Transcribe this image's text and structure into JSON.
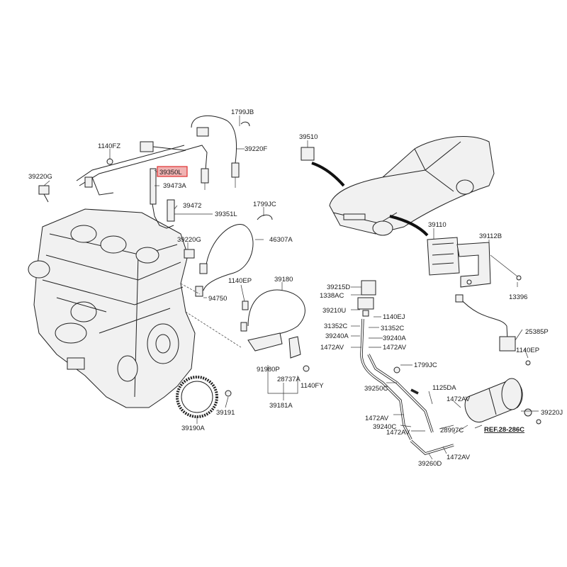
{
  "labels": {
    "l1799jb": "1799JB",
    "l1140fz": "1140FZ",
    "l39220f": "39220F",
    "l39350l": "39350L",
    "l39220g_a": "39220G",
    "l39473a": "39473A",
    "l39472": "39472",
    "l39351l": "39351L",
    "l1799jc_a": "1799JC",
    "l46307a": "46307A",
    "l39220g_b": "39220G",
    "l1140ep_a": "1140EP",
    "l94750": "94750",
    "l39180": "39180",
    "l91980p": "91980P",
    "l28737a": "28737A",
    "l1140fy": "1140FY",
    "l39181a": "39181A",
    "l39191": "39191",
    "l39190a": "39190A",
    "l39510": "39510",
    "l39110": "39110",
    "l39112b": "39112B",
    "l13396": "13396",
    "l25385p": "25385P",
    "l1140ep_b": "1140EP",
    "l39215d": "39215D",
    "l1338ac": "1338AC",
    "l39210u": "39210U",
    "l1140ej": "1140EJ",
    "l31352c_a": "31352C",
    "l31352c_b": "31352C",
    "l39240a_a": "39240A",
    "l39240a_b": "39240A",
    "l1472av_a": "1472AV",
    "l1472av_b": "1472AV",
    "l1799jc_b": "1799JC",
    "l39250c": "39250C",
    "l1125da": "1125DA",
    "l1472av_c": "1472AV",
    "l1472av_d": "1472AV",
    "l39220j": "39220J",
    "l39240c": "39240C",
    "l28997c": "28997C",
    "lref": "REF.28-286C",
    "l1472av_e": "1472AV",
    "l1472av_f": "1472AV",
    "l39260d": "39260D"
  },
  "highlight": {
    "color": "#e03030",
    "part": "39350L"
  }
}
